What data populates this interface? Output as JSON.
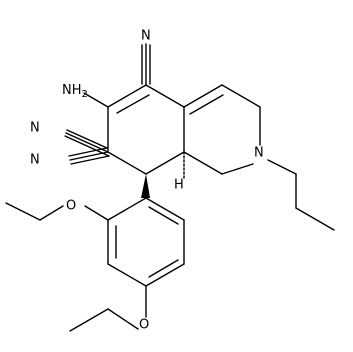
{
  "molecule": {
    "atom_labels": {
      "amine": "NH",
      "amine_subscript": "2",
      "ring_nitrogen": "N",
      "stereo_hydrogen": "H",
      "nitrile_top": "N",
      "nitrile_gem_upper": "N",
      "nitrile_gem_lower": "N",
      "ether_oxygen_ortho": "O",
      "ether_oxygen_para": "O"
    }
  }
}
